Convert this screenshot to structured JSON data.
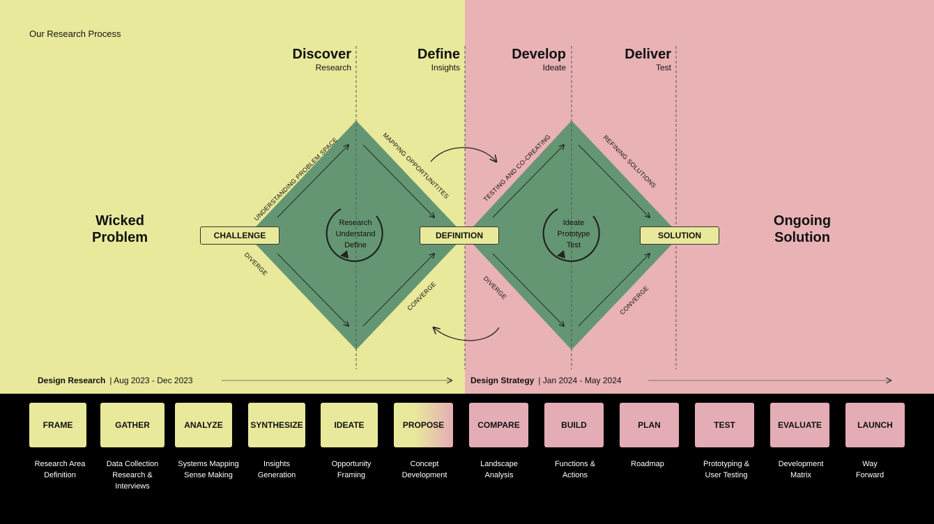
{
  "page_title": "Our Research Process",
  "phases": [
    {
      "title": "Discover",
      "sub": "Research"
    },
    {
      "title": "Define",
      "sub": "Insights"
    },
    {
      "title": "Develop",
      "sub": "Ideate"
    },
    {
      "title": "Deliver",
      "sub": "Test"
    }
  ],
  "left_label": [
    "Wicked",
    "Problem"
  ],
  "right_label": [
    "Ongoing",
    "Solution"
  ],
  "tags": {
    "challenge": "CHALLENGE",
    "definition": "DEFINITION",
    "solution": "SOLUTION"
  },
  "cycle_left": [
    "Research",
    "Understand",
    "Define"
  ],
  "cycle_right": [
    "Ideate",
    "Prototype",
    "Test"
  ],
  "edges": {
    "understanding": "UNDERSTANDING PROBLEM SPACE",
    "mapping": "MAPPING OPPORTUNITITES",
    "diverge1": "DIVERGE",
    "converge1": "CONVERGE",
    "testing": "TESTING AND CO-CREATING",
    "refining": "REFINING SOLUTIONS",
    "diverge2": "DIVERGE",
    "converge2": "CONVERGE"
  },
  "timeline": {
    "left": {
      "label": "Design Research",
      "dates": "| Aug 2023 - Dec 2023"
    },
    "right": {
      "label": "Design Strategy",
      "dates": "| Jan 2024 - May 2024"
    }
  },
  "steps": [
    {
      "label": "FRAME",
      "caption": [
        "Research Area",
        "Definition"
      ]
    },
    {
      "label": "GATHER",
      "caption": [
        "Data Collection",
        "Research &",
        "Interviews"
      ]
    },
    {
      "label": "ANALYZE",
      "caption": [
        "Systems Mapping",
        "Sense Making"
      ]
    },
    {
      "label": "SYNTHESIZE",
      "caption": [
        "Insights",
        "Generation"
      ]
    },
    {
      "label": "IDEATE",
      "caption": [
        "Opportunity",
        "Framing"
      ]
    },
    {
      "label": "PROPOSE",
      "caption": [
        "Concept",
        "Development"
      ]
    },
    {
      "label": "COMPARE",
      "caption": [
        "Landscape",
        "Analysis"
      ]
    },
    {
      "label": "BUILD",
      "caption": [
        "Functions &",
        "Actions"
      ]
    },
    {
      "label": "PLAN",
      "caption": [
        "Roadmap"
      ]
    },
    {
      "label": "TEST",
      "caption": [
        "Prototyping &",
        "User Testing"
      ]
    },
    {
      "label": "EVALUATE",
      "caption": [
        "Development",
        "Matrix"
      ]
    },
    {
      "label": "LAUNCH",
      "caption": [
        "Way",
        "Forward"
      ]
    }
  ],
  "colors": {
    "yellow": "#e8e99b",
    "pink": "#e9b2b5",
    "green": "#649673",
    "black": "#000000"
  }
}
